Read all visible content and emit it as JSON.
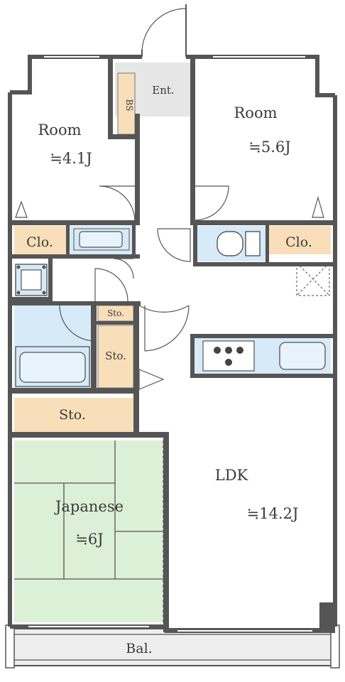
{
  "rooms": {
    "room_left": {
      "name": "Room",
      "size": "≒4.1J"
    },
    "room_right": {
      "name": "Room",
      "size": "≒5.6J"
    },
    "japanese": {
      "name": "Japanese",
      "size": "≒6J"
    },
    "ldk": {
      "name": "LDK",
      "size": "≒14.2J"
    }
  },
  "labels": {
    "entrance": "Ent.",
    "shoe_box": "BS",
    "closet_left": "Clo.",
    "closet_right": "Clo.",
    "storage_small": "Sto.",
    "storage_tall": "Sto.",
    "storage_wide": "Sto.",
    "balcony": "Bal."
  },
  "colors": {
    "wall": "#555555",
    "storage_fill": "#f8dfba",
    "wet_fill": "#d6eaf8",
    "tatami_fill": "#dcefd7",
    "entrance_fill": "#e6e6e6",
    "balcony_fill": "#eeeeee"
  }
}
